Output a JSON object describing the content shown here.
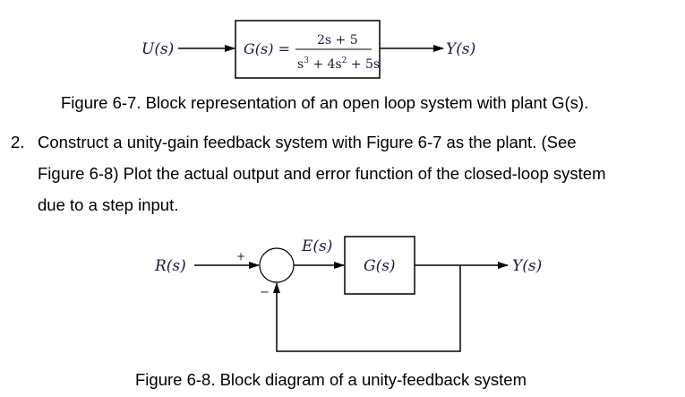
{
  "figure1": {
    "input_label": "U(s)",
    "output_label": "Y(s)",
    "block_lhs": "G(s) =",
    "numerator": "2s + 5",
    "denominator": {
      "t1": "s",
      "t1_exp": "3",
      "t2": " + 4s",
      "t2_exp": "2",
      "t3": " + 5s"
    },
    "caption": "Figure 6-7. Block representation of an open loop system with plant G(s)."
  },
  "question": {
    "number": "2.",
    "lines": [
      "Construct a unity-gain feedback system with Figure 6-7 as the plant. (See",
      "Figure 6-8) Plot the actual output and error function of the closed-loop system",
      "due to a step input."
    ]
  },
  "figure2": {
    "input_label": "R(s)",
    "error_label": "E(s)",
    "plus_sign": "+",
    "minus_sign": "−",
    "block_label": "G(s)",
    "output_label": "Y(s)",
    "caption": "Figure 6-8. Block diagram of a unity-feedback system"
  }
}
